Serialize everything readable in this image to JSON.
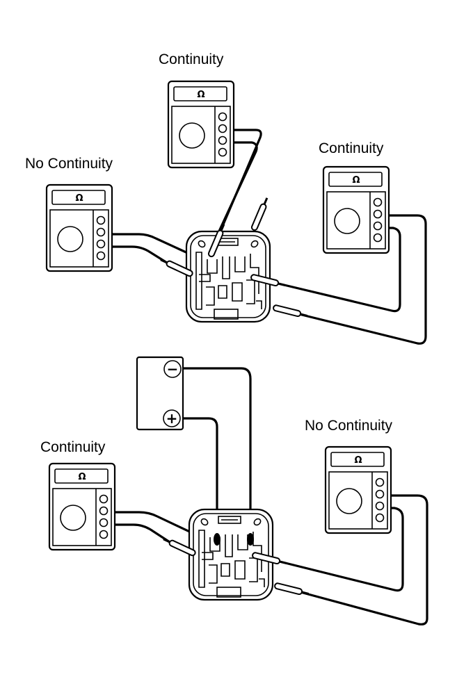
{
  "diagram": {
    "title": "Relay continuity test",
    "top_test": {
      "meters": [
        {
          "id": "meter-top-center",
          "label": "Continuity",
          "display_symbol": "Ω"
        },
        {
          "id": "meter-top-left",
          "label": "No Continuity",
          "display_symbol": "Ω"
        },
        {
          "id": "meter-top-right",
          "label": "Continuity",
          "display_symbol": "Ω"
        }
      ],
      "battery_connected": false
    },
    "bottom_test": {
      "meters": [
        {
          "id": "meter-bottom-left",
          "label": "Continuity",
          "display_symbol": "Ω"
        },
        {
          "id": "meter-bottom-right",
          "label": "No Continuity",
          "display_symbol": "Ω"
        }
      ],
      "battery_connected": true,
      "battery": {
        "negative_symbol": "−",
        "positive_symbol": "+"
      }
    }
  }
}
